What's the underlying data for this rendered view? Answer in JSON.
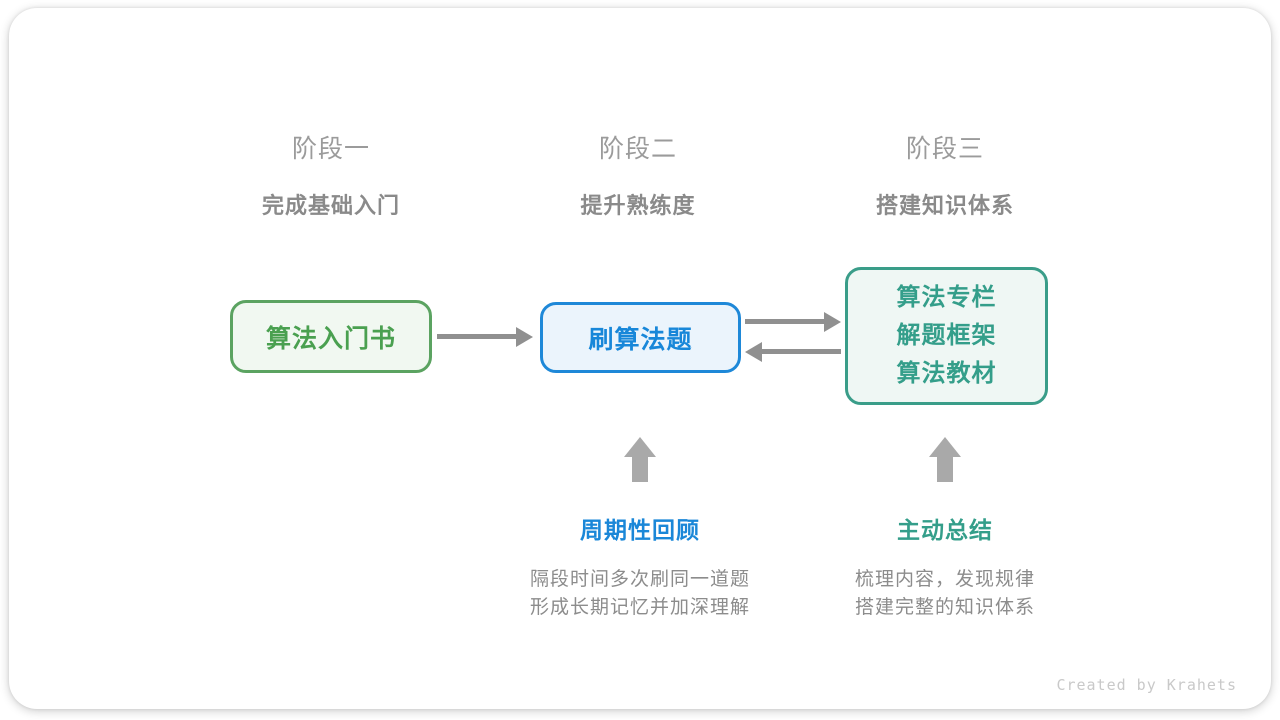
{
  "stages": [
    {
      "label": "阶段一",
      "subtitle": "完成基础入门"
    },
    {
      "label": "阶段二",
      "subtitle": "提升熟练度"
    },
    {
      "label": "阶段三",
      "subtitle": "搭建知识体系"
    }
  ],
  "nodes": [
    {
      "label": "算法入门书"
    },
    {
      "label": "刷算法题"
    },
    {
      "lines": [
        "算法专栏",
        "解题框架",
        "算法教材"
      ]
    }
  ],
  "icons": {
    "flow_arrow_1": "arrow-right-icon",
    "flow_arrow_2": "arrow-right-icon",
    "flow_arrow_3": "arrow-left-icon",
    "block_arrow_left": "arrow-up-icon",
    "block_arrow_right": "arrow-up-icon"
  },
  "callouts": [
    {
      "title": "周期性回顾",
      "desc_line1": "隔段时间多次刷同一道题",
      "desc_line2": "形成长期记忆并加深理解"
    },
    {
      "title": "主动总结",
      "desc_line1": "梳理内容，发现规律",
      "desc_line2": "搭建完整的知识体系"
    }
  ],
  "footer": {
    "credit": "Created by Krahets"
  },
  "colors": {
    "stage_label": "#9b9b9b",
    "stage_subtitle": "#8a8a8a",
    "green_border": "#5ba361",
    "green_text": "#4aa050",
    "green_bg": "#f1f8f1",
    "blue_border": "#1e88d8",
    "blue_text": "#1887d9",
    "blue_bg": "#ebf4fc",
    "teal_border": "#3a9d89",
    "teal_text": "#349e8a",
    "teal_bg": "#eff7f4",
    "connector_arrow": "#909090",
    "block_arrow": "#a9a9a9",
    "description_text": "#8c8c8c",
    "credit_text": "#c9c9c9"
  }
}
